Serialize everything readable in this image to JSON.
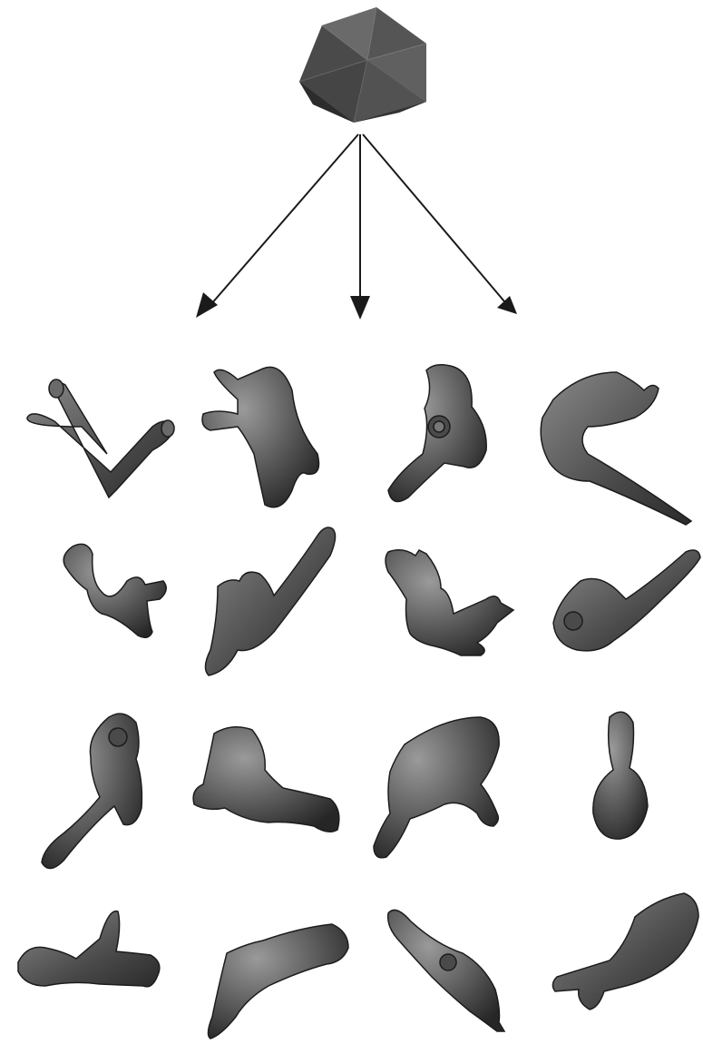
{
  "diagram": {
    "source": {
      "icon": "icosahedron-icon"
    },
    "arrows": [
      "arrow-left",
      "arrow-center",
      "arrow-right"
    ],
    "views": {
      "rows": 4,
      "columns": 4,
      "items": [
        {
          "icon": "bone-render-icon"
        },
        {
          "icon": "bone-render-icon"
        },
        {
          "icon": "bone-render-icon"
        },
        {
          "icon": "bone-render-icon"
        },
        {
          "icon": "bone-render-icon"
        },
        {
          "icon": "bone-render-icon"
        },
        {
          "icon": "bone-render-icon"
        },
        {
          "icon": "bone-render-icon"
        },
        {
          "icon": "bone-render-icon"
        },
        {
          "icon": "bone-render-icon"
        },
        {
          "icon": "bone-render-icon"
        },
        {
          "icon": "bone-render-icon"
        },
        {
          "icon": "bone-render-icon"
        },
        {
          "icon": "bone-render-icon"
        },
        {
          "icon": "bone-render-icon"
        },
        {
          "icon": "bone-render-icon"
        }
      ]
    },
    "colors": {
      "background": "#ffffff",
      "arrow": "#1a1a1a",
      "shape_dark": "#2e2e2e",
      "shape_mid": "#5a5a5a",
      "shape_light": "#8c8c8c"
    }
  }
}
